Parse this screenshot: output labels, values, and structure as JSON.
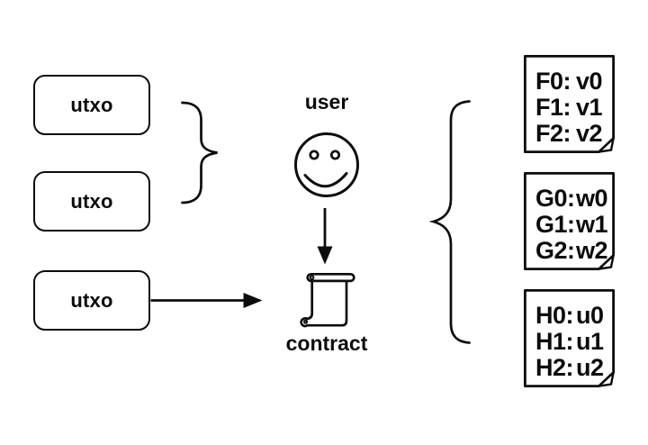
{
  "palette": {
    "background": "#ffffff",
    "ink": "#0c0c0c"
  },
  "utxos": [
    {
      "label": "utxo"
    },
    {
      "label": "utxo"
    },
    {
      "label": "utxo"
    }
  ],
  "user": {
    "label": "user"
  },
  "contract": {
    "label": "contract"
  },
  "outputs": {
    "documents": [
      {
        "id": "F",
        "rows": [
          {
            "key": "F0:",
            "value": "v0"
          },
          {
            "key": "F1:",
            "value": "v1"
          },
          {
            "key": "F2:",
            "value": "v2"
          }
        ]
      },
      {
        "id": "G",
        "rows": [
          {
            "key": "G0:",
            "value": "w0"
          },
          {
            "key": "G1:",
            "value": "w1"
          },
          {
            "key": "G2:",
            "value": "w2"
          }
        ]
      },
      {
        "id": "H",
        "rows": [
          {
            "key": "H0:",
            "value": "u0"
          },
          {
            "key": "H1:",
            "value": "u1"
          },
          {
            "key": "H2:",
            "value": "u2"
          }
        ]
      }
    ]
  }
}
